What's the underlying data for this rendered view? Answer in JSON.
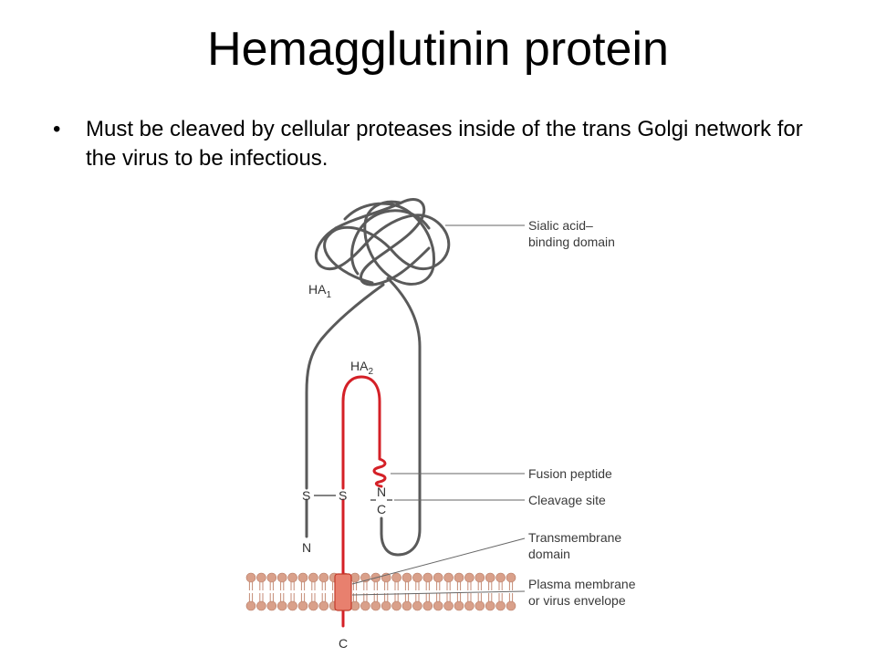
{
  "slide": {
    "title": "Hemagglutinin protein",
    "bullet": "Must be cleaved by cellular proteases inside of the trans Golgi network for the virus to be infectious."
  },
  "diagram": {
    "labels": {
      "sialic_line1": "Sialic acid–",
      "sialic_line2": "binding domain",
      "fusion_peptide": "Fusion peptide",
      "cleavage_site": "Cleavage site",
      "transmembrane_line1": "Transmembrane",
      "transmembrane_line2": "domain",
      "membrane_line1": "Plasma membrane",
      "membrane_line2": "or virus envelope"
    },
    "chain_labels": {
      "ha1": "HA",
      "ha1_sub": "1",
      "ha2": "HA",
      "ha2_sub": "2",
      "s_left": "S",
      "s_right": "S",
      "n_left": "N",
      "n_right": "N",
      "c_right": "C",
      "c_bottom": "C"
    },
    "colors": {
      "ha1_chain": "#5a5a5a",
      "ha2_chain": "#d42027",
      "lipid_head": "#d9a08a",
      "lipid_tail": "#c48a74",
      "transmembrane": "#e8806e",
      "leader_line": "#666666"
    }
  }
}
